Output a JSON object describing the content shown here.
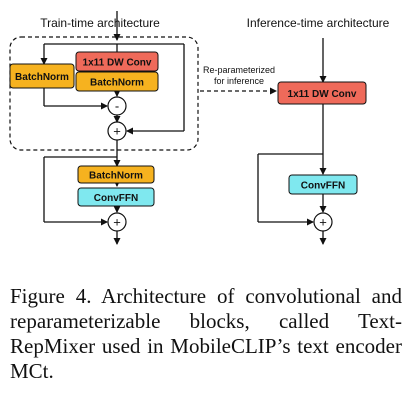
{
  "diagram": {
    "train_title": "Train-time architecture",
    "inference_title": "Inference-time architecture",
    "reparam_note_line1": "Re-parameterized",
    "reparam_note_line2": "for inference",
    "blocks": {
      "dw_conv": "1x11 DW Conv",
      "batchnorm": "BatchNorm",
      "convffn": "ConvFFN"
    },
    "ops": {
      "subtract": "-",
      "add": "+"
    }
  },
  "caption": "Figure 4. Architecture of convolutional and reparameterizable blocks, called Text-RepMixer used in MobileCLIP’s text encoder MCt.",
  "colors": {
    "dw_conv": "#ef6a5a",
    "batchnorm": "#f6b21f",
    "convffn": "#7fe8ef",
    "line": "#111111"
  }
}
